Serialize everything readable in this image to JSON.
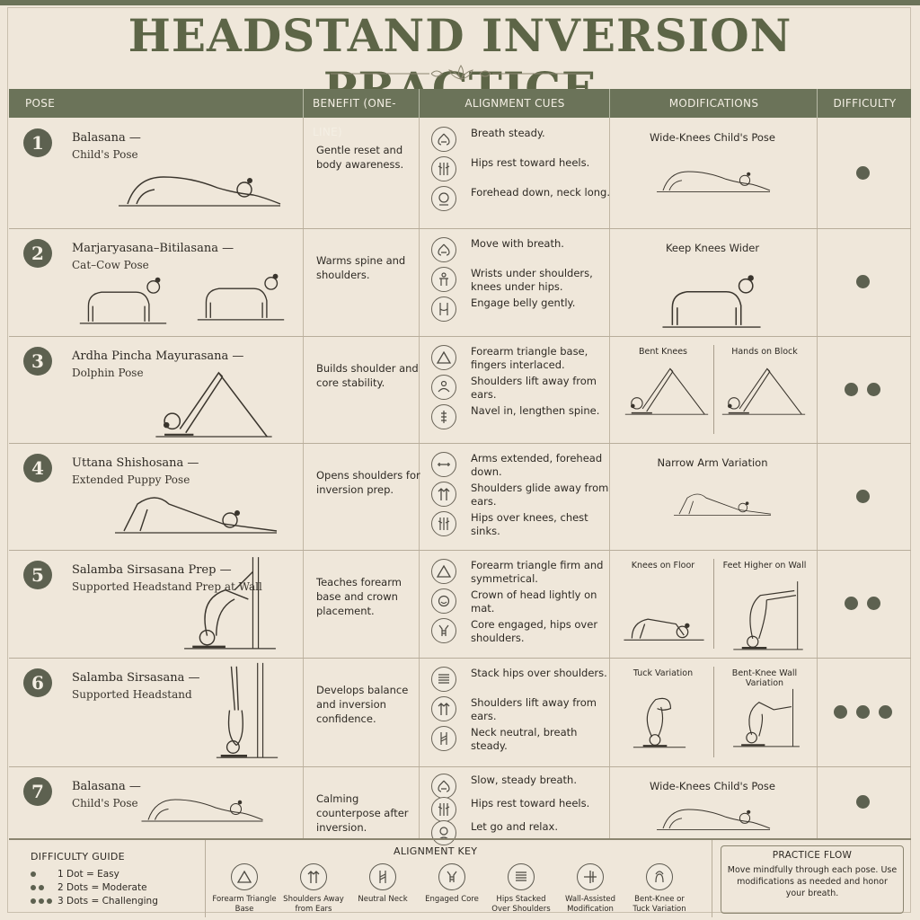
{
  "title": "HEADSTAND INVERSION PRACTICE",
  "headers": {
    "pose": "POSE",
    "benefit": "BENEFIT (ONE-LINE)",
    "alignment": "ALIGNMENT CUES",
    "modifications": "MODIFICATIONS",
    "difficulty": "DIFFICULTY"
  },
  "rows": [
    {
      "num": "1",
      "name": "Balasana —",
      "sub": "Child's Pose",
      "benefit": "Gentle reset and body awareness.",
      "cues": [
        {
          "icon": "breath-icon",
          "text": "Breath steady."
        },
        {
          "icon": "hips-icon",
          "text": "Hips rest toward heels."
        },
        {
          "icon": "forehead-icon",
          "text": "Forehead down, neck long."
        }
      ],
      "mods": [
        "Wide-Knees Child's Pose"
      ],
      "difficulty": 1
    },
    {
      "num": "2",
      "name": "Marjaryasana–Bitilasana —",
      "sub": "Cat–Cow Pose",
      "benefit": "Warms spine and shoulders.",
      "cues": [
        {
          "icon": "breath-icon",
          "text": "Move with breath."
        },
        {
          "icon": "torso-icon",
          "text": "Wrists under shoulders, knees under hips."
        },
        {
          "icon": "belly-icon",
          "text": "Engage belly gently."
        }
      ],
      "mods": [
        "Keep Knees Wider"
      ],
      "difficulty": 1
    },
    {
      "num": "3",
      "name": "Ardha Pincha Mayurasana —",
      "sub": "Dolphin Pose",
      "benefit": "Builds shoulder and core stability.",
      "cues": [
        {
          "icon": "triangle-icon",
          "text": "Forearm triangle base, fingers interlaced."
        },
        {
          "icon": "shoulder-icon",
          "text": "Shoulders lift away from ears."
        },
        {
          "icon": "spine-icon",
          "text": "Navel in, lengthen spine."
        }
      ],
      "mods": [
        "Bent Knees",
        "Hands on Block"
      ],
      "difficulty": 2
    },
    {
      "num": "4",
      "name": "Uttana Shishosana —",
      "sub": "Extended Puppy Pose",
      "benefit": "Opens shoulders for inversion prep.",
      "cues": [
        {
          "icon": "arms-extended-icon",
          "text": "Arms extended, forehead down."
        },
        {
          "icon": "shoulders-away-icon",
          "text": "Shoulders glide away from ears."
        },
        {
          "icon": "hips-icon",
          "text": "Hips over knees, chest sinks."
        }
      ],
      "mods": [
        "Narrow Arm Variation"
      ],
      "difficulty": 1
    },
    {
      "num": "5",
      "name": "Salamba Sirsasana Prep —",
      "sub": "Supported Headstand Prep at Wall",
      "benefit": "Teaches forearm base and crown placement.",
      "cues": [
        {
          "icon": "triangle-icon",
          "text": "Forearm triangle firm and symmetrical."
        },
        {
          "icon": "crown-icon",
          "text": "Crown of head lightly on mat."
        },
        {
          "icon": "core-icon",
          "text": "Core engaged, hips over shoulders."
        }
      ],
      "mods": [
        "Knees on Floor",
        "Feet Higher on Wall"
      ],
      "difficulty": 2
    },
    {
      "num": "6",
      "name": "Salamba Sirsasana —",
      "sub": "Supported Headstand",
      "benefit": "Develops balance and inversion confidence.",
      "cues": [
        {
          "icon": "stack-icon",
          "text": "Stack hips over shoulders."
        },
        {
          "icon": "shoulders-away-icon",
          "text": "Shoulders lift away from ears."
        },
        {
          "icon": "neck-icon",
          "text": "Neck neutral, breath steady."
        }
      ],
      "mods": [
        "Tuck Variation",
        "Bent-Knee Wall Variation"
      ],
      "difficulty": 3
    },
    {
      "num": "7",
      "name": "Balasana —",
      "sub": "Child's Pose",
      "benefit": "Calming counterpose after inversion.",
      "cues": [
        {
          "icon": "breath-icon",
          "text": "Slow, steady breath."
        },
        {
          "icon": "hips-icon",
          "text": "Hips rest toward heels."
        },
        {
          "icon": "relax-icon",
          "text": "Let go and relax."
        }
      ],
      "mods": [
        "Wide-Knees Child's Pose"
      ],
      "difficulty": 1
    }
  ],
  "difficulty_guide": {
    "title": "DIFFICULTY GUIDE",
    "items": [
      "1 Dot   = Easy",
      "2 Dots  = Moderate",
      "3 Dots = Challenging"
    ]
  },
  "alignment_key": {
    "title": "ALIGNMENT KEY",
    "items": [
      {
        "icon": "triangle-icon",
        "label": "Forearm Triangle Base"
      },
      {
        "icon": "shoulders-away-icon",
        "label": "Shoulders Away from Ears"
      },
      {
        "icon": "neck-icon",
        "label": "Neutral Neck"
      },
      {
        "icon": "core-icon",
        "label": "Engaged Core"
      },
      {
        "icon": "stack-icon",
        "label": "Hips Stacked Over Shoulders"
      },
      {
        "icon": "wall-icon",
        "label": "Wall-Assisted Modification"
      },
      {
        "icon": "bent-knee-icon",
        "label": "Bent-Knee or Tuck Variation"
      }
    ]
  },
  "practice_flow": {
    "title": "PRACTICE FLOW",
    "text": "Move mindfully through each pose. Use modifications as needed and honor your breath."
  },
  "colors": {
    "accent": "#6b7359",
    "paper": "#efe7da",
    "ink": "#2e2a24",
    "dot": "#5d6150"
  }
}
